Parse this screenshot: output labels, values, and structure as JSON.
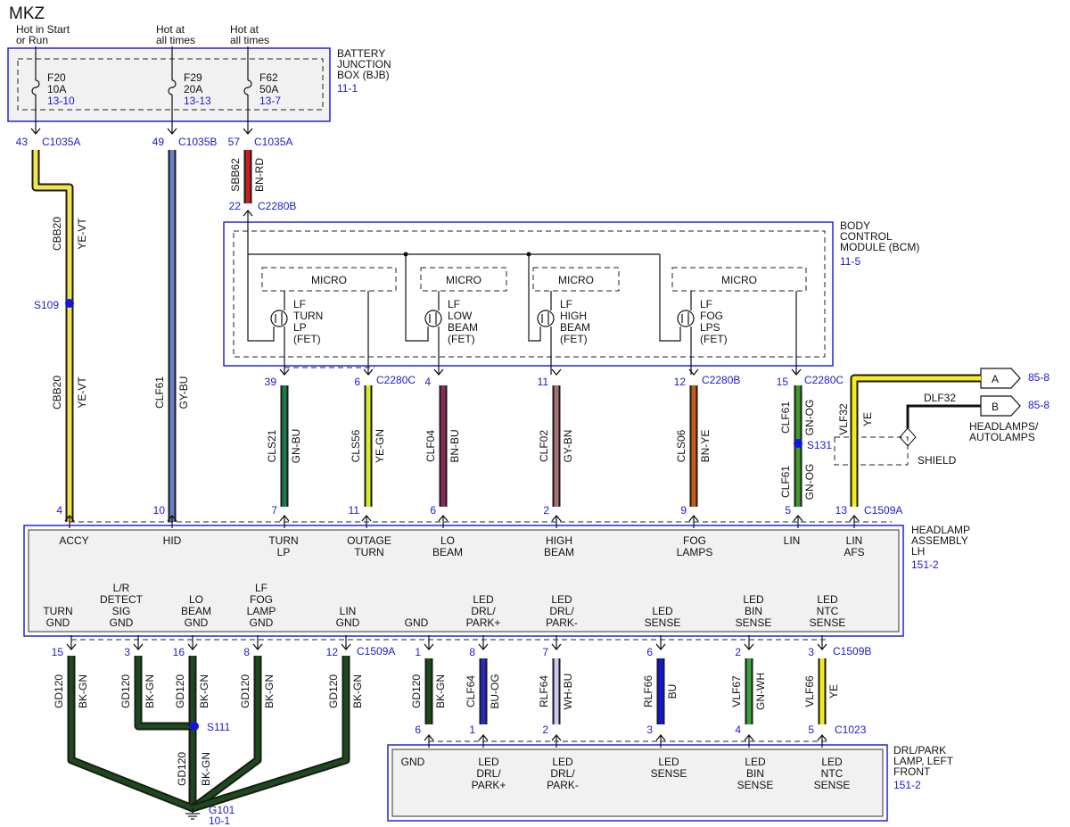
{
  "title": "MKZ",
  "power_labels": {
    "start_run": [
      "Hot in Start",
      "or Run"
    ],
    "all_times_1": [
      "Hot at",
      "all times"
    ],
    "all_times_2": [
      "Hot at",
      "all times"
    ]
  },
  "bjb": {
    "name": [
      "BATTERY",
      "JUNCTION",
      "BOX (BJB)"
    ],
    "ref": "11-1",
    "fuses": [
      {
        "id": "F20",
        "rating": "10A",
        "ref": "13-10"
      },
      {
        "id": "F29",
        "rating": "20A",
        "ref": "13-13"
      },
      {
        "id": "F62",
        "rating": "50A",
        "ref": "13-7"
      }
    ]
  },
  "bjb_pins": [
    {
      "pin": "43",
      "connector": "C1035A"
    },
    {
      "pin": "49",
      "connector": "C1035B"
    },
    {
      "pin": "57",
      "connector": "C1035A"
    }
  ],
  "bcm": {
    "name": [
      "BODY",
      "CONTROL",
      "MODULE (BCM)"
    ],
    "ref": "11-5",
    "input_pin": "22",
    "input_connector": "C2280B",
    "micro_label": "MICRO",
    "fets": [
      [
        "LF",
        "TURN",
        "LP",
        "(FET)"
      ],
      [
        "LF",
        "LOW",
        "BEAM",
        "(FET)"
      ],
      [
        "LF",
        "HIGH",
        "BEAM",
        "(FET)"
      ],
      [
        "LF",
        "FOG",
        "LPS",
        "(FET)"
      ]
    ]
  },
  "bcm_pins": [
    {
      "pin": "39",
      "connector": ""
    },
    {
      "pin": "6",
      "connector": "C2280C"
    },
    {
      "pin": "4",
      "connector": ""
    },
    {
      "pin": "11",
      "connector": ""
    },
    {
      "pin": "12",
      "connector": "C2280B"
    },
    {
      "pin": "15",
      "connector": "C2280C"
    }
  ],
  "wires_top": [
    {
      "circuit": "CBB20",
      "color": "YE-VT"
    },
    {
      "circuit": "CBB20",
      "color": "YE-VT"
    },
    {
      "circuit": "CLF61",
      "color": "GY-BU"
    },
    {
      "circuit": "SBB62",
      "color": "BN-RD"
    },
    {
      "circuit": "CLS21",
      "color": "GN-BU"
    },
    {
      "circuit": "CLS56",
      "color": "YE-GN"
    },
    {
      "circuit": "CLF04",
      "color": "BN-BU"
    },
    {
      "circuit": "CLF02",
      "color": "GY-BN"
    },
    {
      "circuit": "CLS06",
      "color": "BN-YE"
    },
    {
      "circuit": "CLF61",
      "color": "GN-OG"
    },
    {
      "circuit": "CLF61",
      "color": "GN-OG"
    },
    {
      "circuit": "VLF32",
      "color": "YE"
    }
  ],
  "splices": [
    "S109",
    "S131",
    "S111"
  ],
  "right_side": {
    "conn_a": "A",
    "conn_b": "B",
    "ref_a": "85-8",
    "ref_b": "85-8",
    "dlf_label": "DLF32",
    "headlamps": [
      "HEADLAMPS/",
      "AUTOLAMPS"
    ],
    "shield": "SHIELD"
  },
  "headlamp": {
    "name": [
      "HEADLAMP",
      "ASSEMBLY",
      "LH"
    ],
    "ref": "151-2",
    "top_pins": [
      {
        "pin": "4",
        "connector": ""
      },
      {
        "pin": "10",
        "connector": ""
      },
      {
        "pin": "7",
        "connector": ""
      },
      {
        "pin": "11",
        "connector": ""
      },
      {
        "pin": "6",
        "connector": ""
      },
      {
        "pin": "2",
        "connector": ""
      },
      {
        "pin": "9",
        "connector": ""
      },
      {
        "pin": "5",
        "connector": ""
      },
      {
        "pin": "13",
        "connector": "C1509A"
      }
    ],
    "top_labels": [
      [
        "ACCY"
      ],
      [
        "HID"
      ],
      [
        "TURN",
        "LP"
      ],
      [
        "OUTAGE",
        "TURN"
      ],
      [
        "LO",
        "BEAM"
      ],
      [
        "HIGH",
        "BEAM"
      ],
      [
        "FOG",
        "LAMPS"
      ],
      [
        "LIN"
      ],
      [
        "LIN",
        "AFS"
      ]
    ],
    "bottom_labels": [
      [
        "TURN",
        "GND"
      ],
      [
        "L/R",
        "DETECT",
        "SIG",
        "GND"
      ],
      [
        "LO",
        "BEAM",
        "GND"
      ],
      [
        "LF",
        "FOG",
        "LAMP",
        "GND"
      ],
      [
        "LIN",
        "GND"
      ],
      [
        "GND"
      ],
      [
        "LED",
        "DRL/",
        "PARK+"
      ],
      [
        "LED",
        "DRL/",
        "PARK-"
      ],
      [
        "LED",
        "SENSE"
      ],
      [
        "LED",
        "BIN",
        "SENSE"
      ],
      [
        "LED",
        "NTC",
        "SENSE"
      ]
    ],
    "bottom_pins": [
      {
        "pin": "15",
        "connector": ""
      },
      {
        "pin": "3",
        "connector": ""
      },
      {
        "pin": "16",
        "connector": ""
      },
      {
        "pin": "8",
        "connector": ""
      },
      {
        "pin": "12",
        "connector": "C1509A"
      },
      {
        "pin": "1",
        "connector": ""
      },
      {
        "pin": "8",
        "connector": ""
      },
      {
        "pin": "7",
        "connector": ""
      },
      {
        "pin": "6",
        "connector": ""
      },
      {
        "pin": "2",
        "connector": ""
      },
      {
        "pin": "3",
        "connector": "C1509B"
      }
    ]
  },
  "wires_bottom": [
    {
      "circuit": "GD120",
      "color": "BK-GN"
    },
    {
      "circuit": "GD120",
      "color": "BK-GN"
    },
    {
      "circuit": "GD120",
      "color": "BK-GN"
    },
    {
      "circuit": "GD120",
      "color": "BK-GN"
    },
    {
      "circuit": "GD120",
      "color": "BK-GN"
    },
    {
      "circuit": "GD120",
      "color": "BK-GN"
    },
    {
      "circuit": "CLF64",
      "color": "BU-OG"
    },
    {
      "circuit": "RLF64",
      "color": "WH-BU"
    },
    {
      "circuit": "RLF66",
      "color": "BU"
    },
    {
      "circuit": "VLF67",
      "color": "GN-WH"
    },
    {
      "circuit": "VLF66",
      "color": "YE"
    },
    {
      "circuit": "GD120",
      "color": "BK-GN"
    }
  ],
  "ground": {
    "name": "G101",
    "ref": "10-1"
  },
  "drl": {
    "name": [
      "DRL/PARK",
      "LAMP, LEFT",
      "FRONT"
    ],
    "ref": "151-2",
    "pins": [
      {
        "pin": "6",
        "connector": ""
      },
      {
        "pin": "1",
        "connector": ""
      },
      {
        "pin": "2",
        "connector": ""
      },
      {
        "pin": "3",
        "connector": ""
      },
      {
        "pin": "4",
        "connector": ""
      },
      {
        "pin": "5",
        "connector": "C1023"
      }
    ],
    "labels": [
      [
        "GND"
      ],
      [
        "LED",
        "DRL/",
        "PARK+"
      ],
      [
        "LED",
        "DRL/",
        "PARK-"
      ],
      [
        "LED",
        "SENSE"
      ],
      [
        "LED",
        "BIN",
        "SENSE"
      ],
      [
        "LED",
        "NTC",
        "SENSE"
      ]
    ]
  },
  "colors": {
    "YE-VT": "#f2e64a",
    "GY-BU": "#6a7fc9",
    "BN-RD": "#c8201e",
    "GN-BU": "#1b7a4a",
    "YE-GN": "#d9ec2c",
    "BN-BU": "#8a2a5c",
    "GY-BN": "#a87272",
    "BN-YE": "#c65a17",
    "GN-OG": "#3d9a26",
    "YE": "#f4ec1c",
    "BK-GN": "#1b4a1b",
    "BU-OG": "#2a2acc",
    "WH-BU": "#c9c9f2",
    "BU": "#1414e6",
    "GN-WH": "#39a43a",
    "accent": "#2323d6"
  }
}
